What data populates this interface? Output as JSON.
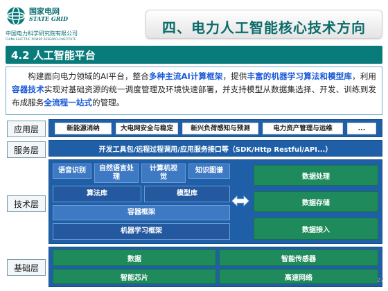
{
  "logo": {
    "cn": "国家电网",
    "en": "STATE GRID",
    "institute": "中国电力科学研究院有限公司",
    "institute_en": "CHINA ELECTRIC POWER RESEARCH INSTITUTE"
  },
  "title": "四、电力人工智能核心技术方向",
  "section": "4.2 人工智能平台",
  "intro": {
    "p1": "构建面向电力领域的AI平台，整合",
    "h1": "多种主流AI计算框架",
    "p2": "，提供",
    "h2": "丰富的机器学习算法和模型库",
    "p3": "，利用",
    "h3": "容器技术",
    "p4": "实现对基础资源的统一调度管理及环境快速部署，并支持模型从数据集选择、开发、训练到发布成服务",
    "h4": "全流程一站式",
    "p5": "的管理。"
  },
  "layers": {
    "app": {
      "label": "应用层",
      "items": [
        "新能源消纳",
        "大电网安全与稳定",
        "新兴负荷感知与预测",
        "电力资产管理与运维",
        "..."
      ]
    },
    "service": {
      "label": "服务层",
      "text": "开发工具包/远程过程调用/应用服务接口等（SDK/Http Restful/API...）"
    },
    "tech": {
      "label": "技术层",
      "top_items": [
        "语音识别",
        "自然语言处理",
        "计算机视觉",
        "知识图谱"
      ],
      "algo": "算法库",
      "model": "模型库",
      "container": "容器框架",
      "ml_framework": "机器学习框架",
      "data_items": [
        "数据处理",
        "数据存储",
        "数据接入"
      ]
    },
    "base": {
      "label": "基础层",
      "items": [
        "数据",
        "智能传感器",
        "智能芯片",
        "高速网络"
      ]
    }
  },
  "page_number": "27",
  "colors": {
    "teal": "#0a7b7b",
    "blue": "#1f5fa8",
    "green": "#1f8a5c",
    "highlight": "#1a5ad8"
  }
}
